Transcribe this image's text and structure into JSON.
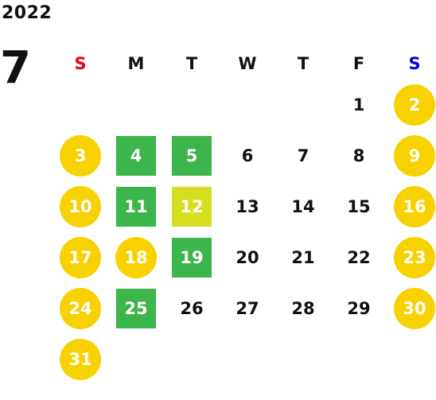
{
  "year": "2022",
  "month": "7",
  "weekdays": [
    {
      "label": "S",
      "color": "#e60012"
    },
    {
      "label": "M",
      "color": "#111111"
    },
    {
      "label": "T",
      "color": "#111111"
    },
    {
      "label": "W",
      "color": "#111111"
    },
    {
      "label": "T",
      "color": "#111111"
    },
    {
      "label": "F",
      "color": "#111111"
    },
    {
      "label": "S",
      "color": "#0000e6"
    }
  ],
  "colors": {
    "holiday_circle": "#f8d100",
    "green_square": "#3cb54a",
    "yellowgreen_square": "#d6df1f",
    "text": "#111111"
  },
  "weeks": [
    [
      {
        "day": "",
        "style": "empty"
      },
      {
        "day": "",
        "style": "empty"
      },
      {
        "day": "",
        "style": "empty"
      },
      {
        "day": "",
        "style": "empty"
      },
      {
        "day": "",
        "style": "empty"
      },
      {
        "day": "1",
        "style": "plain"
      },
      {
        "day": "2",
        "style": "holiday"
      }
    ],
    [
      {
        "day": "3",
        "style": "holiday"
      },
      {
        "day": "4",
        "style": "green"
      },
      {
        "day": "5",
        "style": "green"
      },
      {
        "day": "6",
        "style": "plain"
      },
      {
        "day": "7",
        "style": "plain"
      },
      {
        "day": "8",
        "style": "plain"
      },
      {
        "day": "9",
        "style": "holiday"
      }
    ],
    [
      {
        "day": "10",
        "style": "holiday"
      },
      {
        "day": "11",
        "style": "green"
      },
      {
        "day": "12",
        "style": "yellowgreen"
      },
      {
        "day": "13",
        "style": "plain"
      },
      {
        "day": "14",
        "style": "plain"
      },
      {
        "day": "15",
        "style": "plain"
      },
      {
        "day": "16",
        "style": "holiday"
      }
    ],
    [
      {
        "day": "17",
        "style": "holiday"
      },
      {
        "day": "18",
        "style": "holiday"
      },
      {
        "day": "19",
        "style": "green"
      },
      {
        "day": "20",
        "style": "plain"
      },
      {
        "day": "21",
        "style": "plain"
      },
      {
        "day": "22",
        "style": "plain"
      },
      {
        "day": "23",
        "style": "holiday"
      }
    ],
    [
      {
        "day": "24",
        "style": "holiday"
      },
      {
        "day": "25",
        "style": "green"
      },
      {
        "day": "26",
        "style": "plain"
      },
      {
        "day": "27",
        "style": "plain"
      },
      {
        "day": "28",
        "style": "plain"
      },
      {
        "day": "29",
        "style": "plain"
      },
      {
        "day": "30",
        "style": "holiday"
      }
    ],
    [
      {
        "day": "31",
        "style": "holiday"
      },
      {
        "day": "",
        "style": "empty"
      },
      {
        "day": "",
        "style": "empty"
      },
      {
        "day": "",
        "style": "empty"
      },
      {
        "day": "",
        "style": "empty"
      },
      {
        "day": "",
        "style": "empty"
      },
      {
        "day": "",
        "style": "empty"
      }
    ]
  ]
}
